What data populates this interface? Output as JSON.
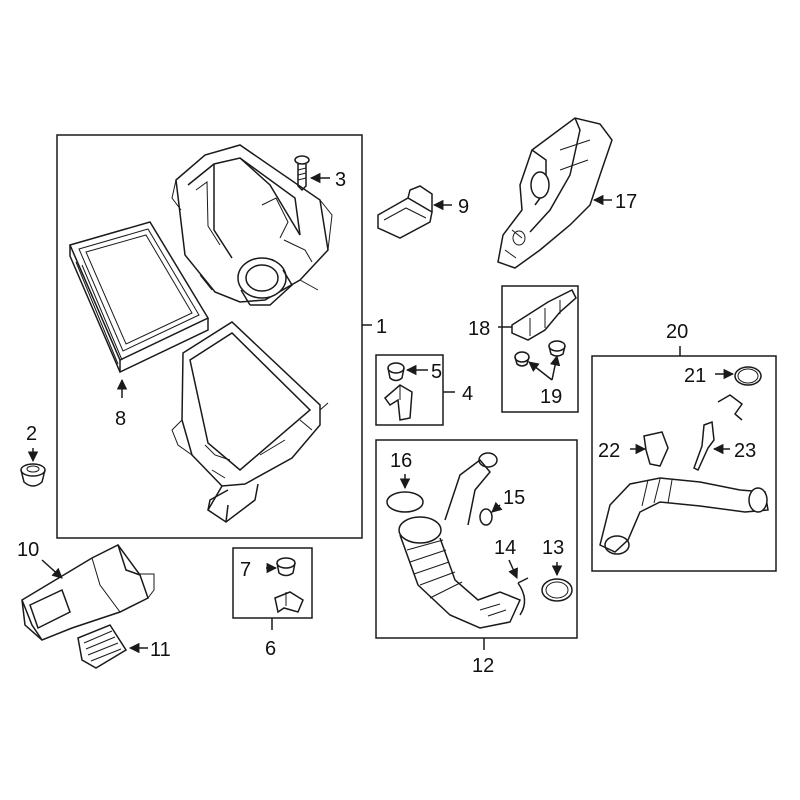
{
  "diagram": {
    "callouts": [
      {
        "id": "c1",
        "label": "1"
      },
      {
        "id": "c2",
        "label": "2"
      },
      {
        "id": "c3",
        "label": "3"
      },
      {
        "id": "c4",
        "label": "4"
      },
      {
        "id": "c5",
        "label": "5"
      },
      {
        "id": "c6",
        "label": "6"
      },
      {
        "id": "c7",
        "label": "7"
      },
      {
        "id": "c8",
        "label": "8"
      },
      {
        "id": "c9",
        "label": "9"
      },
      {
        "id": "c10",
        "label": "10"
      },
      {
        "id": "c11",
        "label": "11"
      },
      {
        "id": "c12",
        "label": "12"
      },
      {
        "id": "c13",
        "label": "13"
      },
      {
        "id": "c14",
        "label": "14"
      },
      {
        "id": "c15",
        "label": "15"
      },
      {
        "id": "c16",
        "label": "16"
      },
      {
        "id": "c17",
        "label": "17"
      },
      {
        "id": "c18",
        "label": "18"
      },
      {
        "id": "c19",
        "label": "19"
      },
      {
        "id": "c20",
        "label": "20"
      },
      {
        "id": "c21",
        "label": "21"
      },
      {
        "id": "c22",
        "label": "22"
      },
      {
        "id": "c23",
        "label": "23"
      }
    ]
  },
  "colors": {
    "line": "#1a1a1a",
    "background": "#ffffff"
  }
}
